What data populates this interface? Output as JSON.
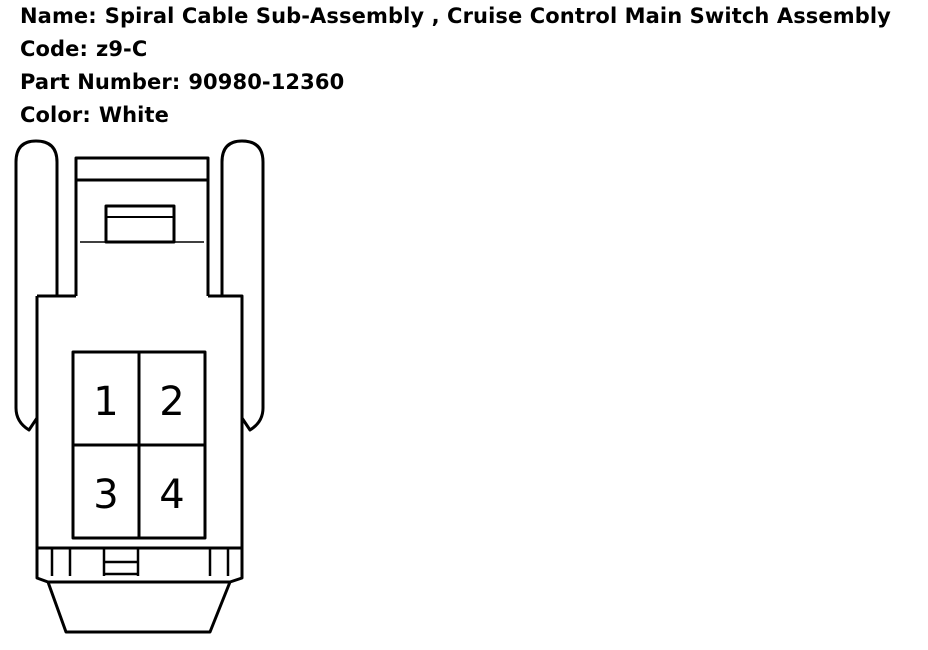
{
  "header": {
    "name_label": "Name:",
    "name_value": "Spiral Cable Sub-Assembly , Cruise Control Main Switch Assembly",
    "code_label": "Code:",
    "code_value": "z9-C",
    "part_label": "Part Number:",
    "part_value": "90980-12360",
    "color_label": "Color:",
    "color_value": "White"
  },
  "connector": {
    "pins": [
      "1",
      "2",
      "3",
      "4"
    ]
  }
}
